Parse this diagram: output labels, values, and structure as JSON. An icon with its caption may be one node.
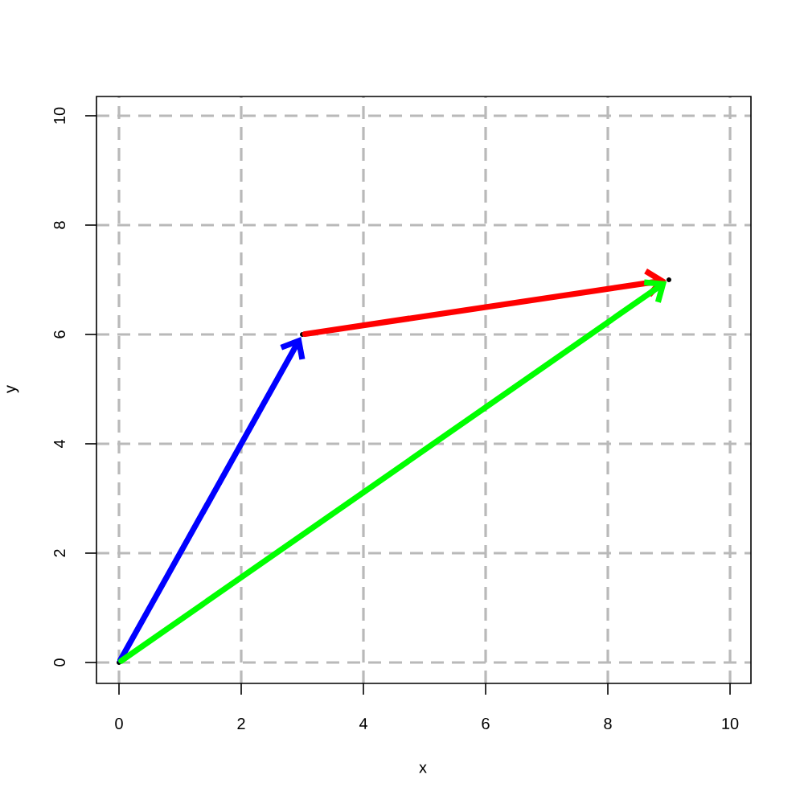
{
  "diagram": {
    "nodes": [
      {
        "text": [],
        "shape": "point"
      },
      {
        "text": [],
        "shape": "point"
      },
      {
        "text": [],
        "shape": "point"
      }
    ],
    "edges": [
      {
        "from": 0,
        "to": 1,
        "arrow": "to",
        "color": "#0000ff"
      },
      {
        "from": 1,
        "to": 2,
        "arrow": "to",
        "color": "#ff0000"
      },
      {
        "from": 0,
        "to": 2,
        "arrow": "to",
        "color": "#00ff00"
      }
    ],
    "labels": [
      "10",
      "8",
      "6",
      "4",
      "2",
      "0",
      "y",
      "0",
      "2",
      "4",
      "6",
      "8",
      "10",
      "x"
    ]
  }
}
